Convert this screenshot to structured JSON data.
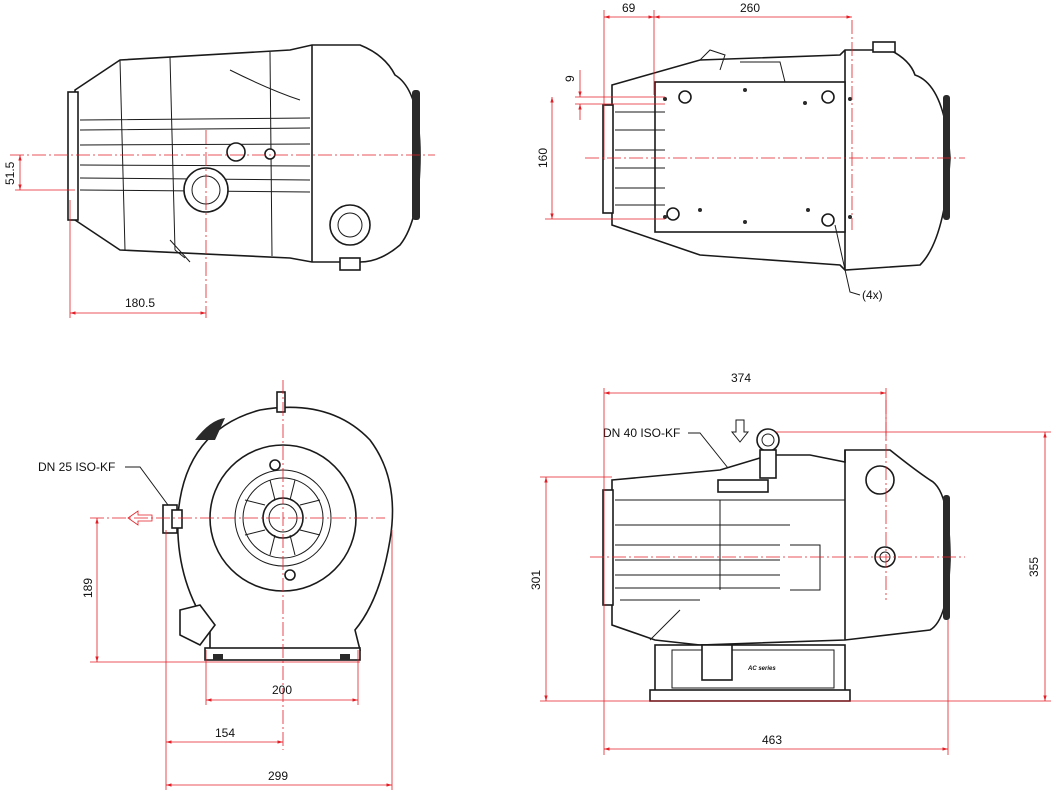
{
  "title": "Scroll vacuum pump dimensional drawing",
  "colors": {
    "dimension": "#e41e26",
    "outline": "#1a1a1a"
  },
  "top_left_view": {
    "dim_vertical": "51.5",
    "dim_horizontal": "180.5"
  },
  "top_right_view": {
    "dim_69": "69",
    "dim_260": "260",
    "dim_9": "9",
    "dim_160": "160",
    "count_note": "(4x)"
  },
  "bottom_left_view": {
    "inlet_label": "DN 25 ISO-KF",
    "dim_189": "189",
    "dim_200": "200",
    "dim_154": "154",
    "dim_299": "299"
  },
  "bottom_right_view": {
    "outlet_label": "DN 40 ISO-KF",
    "dim_374": "374",
    "dim_301": "301",
    "dim_355": "355",
    "dim_463": "463",
    "logo_text": "AC series"
  }
}
